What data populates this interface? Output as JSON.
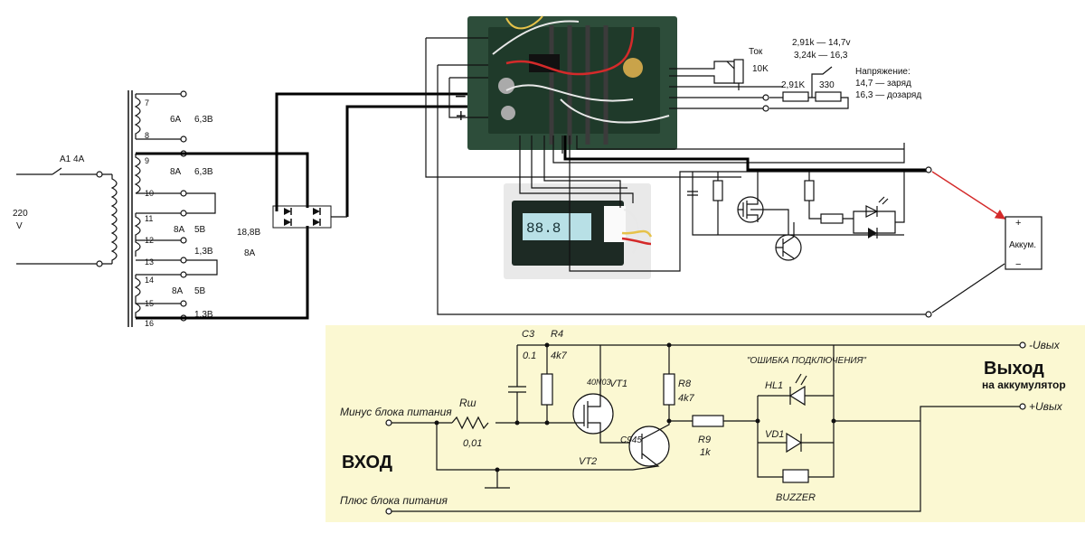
{
  "mains": {
    "voltage": "220",
    "unit": "V",
    "breaker": "A1 4A"
  },
  "windings": [
    {
      "pins": [
        "7",
        "8"
      ],
      "current": "6A",
      "voltage": "6,3В"
    },
    {
      "pins": [
        "9",
        "10"
      ],
      "current": "8A",
      "voltage": "6,3В"
    },
    {
      "pins": [
        "11",
        "12"
      ],
      "current": "8A",
      "voltage": "5В"
    },
    {
      "pins": [
        "12",
        "13"
      ],
      "voltage": "1,3В"
    },
    {
      "pins": [
        "14",
        "15"
      ],
      "current": "8A",
      "voltage": "5В"
    },
    {
      "pins": [
        "15",
        "16"
      ],
      "voltage": "1,3В"
    }
  ],
  "total": {
    "voltage": "18,8В",
    "current": "8A"
  },
  "regulator": {
    "minus": "−",
    "plus": "+",
    "current_label": "Ток",
    "current_pot": "10K",
    "resistor": "2,91K",
    "trim": "330",
    "presets": [
      "2,91k — 14,7v",
      "3,24k — 16,3"
    ],
    "voltage_title": "Напряжение:",
    "voltage_lines": [
      "14,7 — заряд",
      "16,3 — дозаряд"
    ]
  },
  "battery": {
    "label": "Аккум.",
    "plus": "+",
    "minus": "−"
  },
  "colors": {
    "panel": "#fbf8d2",
    "pcb": "#1f3a2a",
    "display": "#b8e0e6",
    "red_wire": "#d42a2a"
  },
  "protection": {
    "input_minus": "Минус блока питания",
    "input_plus": "Плюс блока питания",
    "input_title": "ВХОД",
    "output_minus": "-Uвых",
    "output_plus": "+Uвых",
    "output_title": "Выход",
    "output_subtitle": "на аккумулятор",
    "fault_title": "\"ОШИБКА ПОДКЛЮЧЕНИЯ\"",
    "shunt": {
      "name": "Rш",
      "value": "0,01"
    },
    "c3": {
      "name": "C3",
      "value": "0.1"
    },
    "r4": {
      "name": "R4",
      "value": "4k7"
    },
    "r8": {
      "name": "R8",
      "value": "4k7"
    },
    "r9": {
      "name": "R9",
      "value": "1k"
    },
    "vt1": {
      "name": "VT1",
      "part": "40N03"
    },
    "vt2": {
      "name": "VT2",
      "part": "C945"
    },
    "hl1": "HL1",
    "vd1": "VD1",
    "buzzer": "BUZZER"
  }
}
